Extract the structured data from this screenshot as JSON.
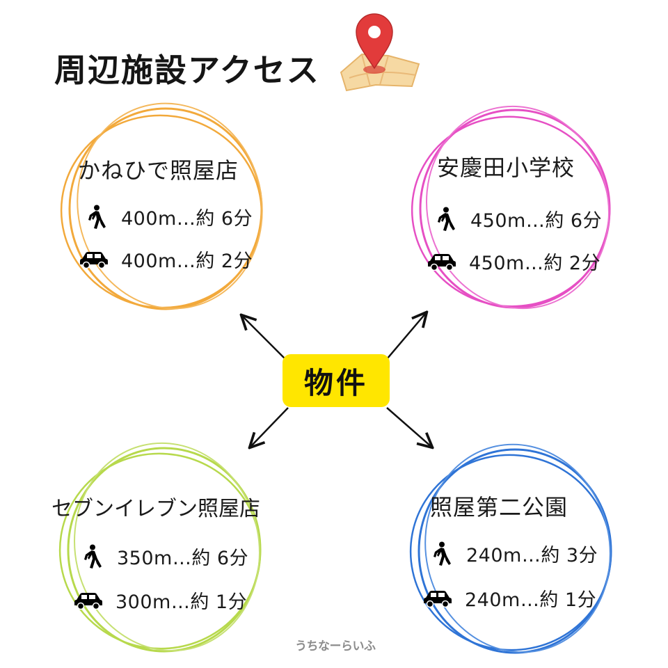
{
  "title": "周辺施設アクセス",
  "center_label": "物件",
  "watermark": "うちなーらいふ",
  "facilities": [
    {
      "name": "かねひで照屋店",
      "color": "#f2a93b",
      "walk": "400m…約 6分",
      "car": "400m…約 2分"
    },
    {
      "name": "安慶田小学校",
      "color": "#e64fc4",
      "walk": "450m…約 6分",
      "car": "450m…約 2分"
    },
    {
      "name": "セブンイレブン照屋店",
      "color": "#b7d94c",
      "walk": "350m…約 6分",
      "car": "300m…約 1分"
    },
    {
      "name": "照屋第二公園",
      "color": "#2f74d6",
      "walk": "240m…約 3分",
      "car": "240m…約 1分"
    }
  ],
  "icons": {
    "walk": "walking-person-icon",
    "car": "car-icon",
    "map": "map-pin-icon"
  },
  "colors": {
    "center_box": "#ffe600",
    "arrow": "#111111"
  }
}
